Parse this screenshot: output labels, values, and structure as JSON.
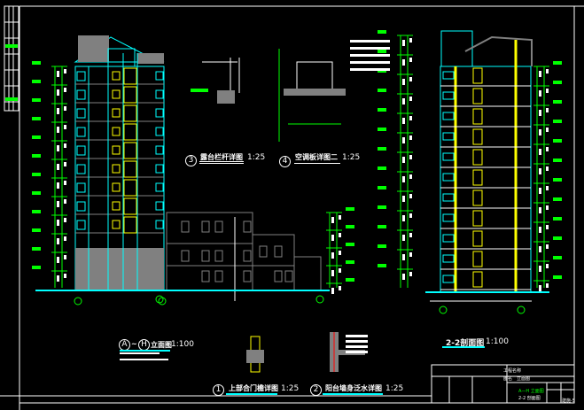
{
  "drawing": {
    "elevation_title": {
      "axis_from": "A",
      "axis_to": "H",
      "name": "立面图",
      "scale": "1:100"
    },
    "detail_1": {
      "number": "1",
      "name": "上部合门檐详图",
      "scale": "1:25"
    },
    "detail_2": {
      "number": "2",
      "name": "阳台墙身泛水详图",
      "scale": "1:25"
    },
    "detail_3": {
      "number": "3",
      "name": "露台栏杆详图",
      "scale": "1:25"
    },
    "detail_4": {
      "number": "4",
      "name": "空调板详图二",
      "scale": "1:25"
    },
    "section_title": {
      "name": "2-2剖面图",
      "scale": "1:100"
    }
  },
  "title_block": {
    "project_label": "工程名称",
    "drawing_label": "图名",
    "drawing_value": "立面图",
    "content_line1": "A—H 立面图",
    "content_line2": "2-2 剖面图",
    "sheet_no": "建施-5"
  },
  "colors": {
    "cyan": "#00ffff",
    "green": "#00ff00",
    "yellow": "#ffff00",
    "gray": "#808080",
    "red": "#ff0000",
    "white": "#ffffff"
  }
}
